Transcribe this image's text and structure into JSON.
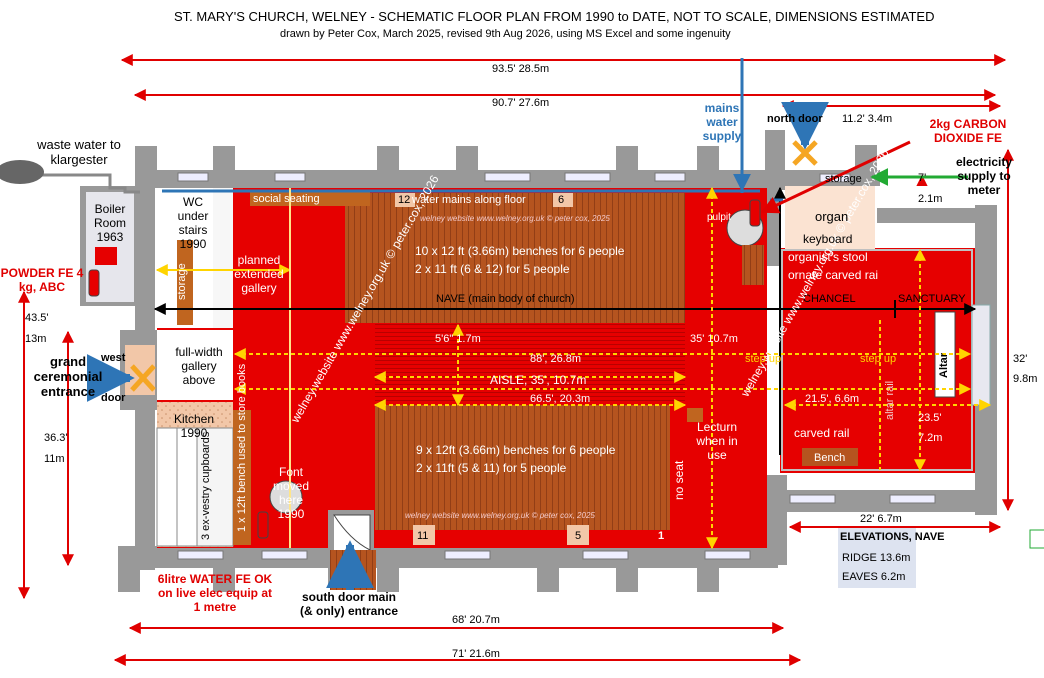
{
  "title": "ST. MARY'S CHURCH, WELNEY - SCHEMATIC FLOOR PLAN FROM 1990 to DATE, NOT TO SCALE, DIMENSIONS ESTIMATED",
  "subtitle": "drawn by Peter Cox, March 2025, revised 9th Aug 2026, using MS Excel and some ingenuity",
  "dimensions": {
    "overall_top": "93.5'    28.5m",
    "nave_top": "90.7'    27.6m",
    "north_door": "11.2'    3.4m",
    "right_height": "32'",
    "right_height_m": "9.8m",
    "left_upper": "43.5'",
    "left_upper_m": "13m",
    "left_lower": "36.3'",
    "left_lower_m": "11m",
    "chancel_width": "22'      6.7m",
    "bottom_inner": "68'       20.7m",
    "bottom_outer": "71'       21.6m",
    "storage_small": "7'",
    "storage_small_m": "2.1m"
  },
  "labels": {
    "waste_water": "waste water to klargester",
    "boiler": "Boiler Room 1963",
    "powder_fe": "POWDER FE 4 kg, ABC",
    "wc": "WC under stairs 1990",
    "storage_left": "storage",
    "planned_gallery": "planned extended gallery",
    "social_seating": "social seating",
    "water_mains": "water mains along floor",
    "bench_num_12": "12",
    "bench_num_6": "6",
    "bench_num_11": "11",
    "bench_num_5": "5",
    "bench_num_1": "1",
    "benches_north_1": "10 x 12 ft (3.66m) benches for 6 people",
    "benches_north_2": "2 x 11 ft  (6 & 12) for 5 people",
    "benches_south_1": "9 x 12ft  (3.66m)  benches for 6 people",
    "benches_south_2": "2 x 11ft  (5 & 11) for 5 people",
    "nave": "NAVE (main body of church)",
    "chancel": "CHANCEL",
    "sanctuary": "SANCTUARY",
    "grand_entrance": "grand ceremonial entrance",
    "west_door": "west",
    "west_door2": "door",
    "gallery_above": "full-width gallery above",
    "kitchen": "Kitchen 1990",
    "vestry": "3 ex-vestry cupboards",
    "bench_books": "1 x 12ft bench used to store books",
    "font": "Font moved here 1990",
    "water_fe": "6litre WATER FE OK on live elec equip at 1 metre",
    "south_door": "south door main (& only) entrance",
    "mains_water": "mains water supply",
    "north_door_label": "north door",
    "co2_fe": "2kg CARBON DIOXIDE FE",
    "electricity": "electricity supply to meter",
    "storage_right": "storage",
    "organ": "organ",
    "keyboard": "keyboard",
    "pulpit": "pulpit",
    "organist_stool": "organist's stool",
    "ornate_rail": "ornate carved rai",
    "altar": "Altar",
    "altar_rail": "altar rail",
    "step_up_1": "step up",
    "step_up_2": "step up",
    "carved_rail": "carved rail",
    "bench": "Bench",
    "lectern": "Lecturn when in use",
    "no_seat": "no seat",
    "aisle": "AISLE, 35', 10.7m",
    "dim_88": "88', 26.8m",
    "dim_66": "66.5', 20.3m",
    "dim_5_6": "5'6\"  1.7m",
    "dim_35": "35' 10.7m",
    "dim_21": "21.5', 6.6m",
    "dim_23": "23.5'",
    "dim_23_m": "7.2m",
    "elevations_title": "ELEVATIONS, NAVE",
    "ridge": "RIDGE 13.6m",
    "eaves": "EAVES 6.2m",
    "website_1": "welney website    www.welney.org.uk  © peter cox, 2025",
    "website_2": "welney website    www.welney.org.uk  © peter cox, 2025",
    "watermark_1": "welney.website www.welney.org.uk © peter.cox, 2026",
    "watermark_2": "welney.website www.welney.org.uk © peter.cox, 2026"
  },
  "colors": {
    "wall": "#999999",
    "nave_floor": "#e60000",
    "pews": "#b5541f",
    "dim_arrow": "#e00000",
    "water_pipe": "#2e75b6",
    "elec_arrow": "#22aa33"
  }
}
